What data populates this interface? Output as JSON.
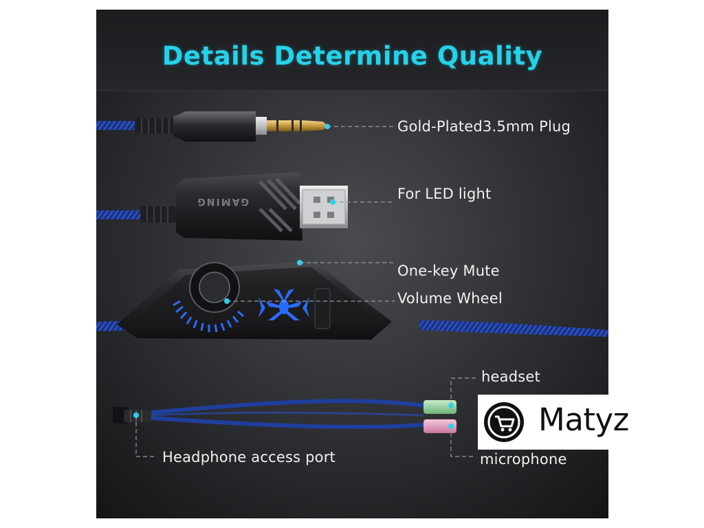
{
  "title": "Details Determine Quality",
  "labels": {
    "plug": "Gold-Plated3.5mm Plug",
    "led": "For LED light",
    "mute": "One-key Mute",
    "volume": "Volume Wheel",
    "headset": "headset",
    "microphone": "microphone",
    "port": "Headphone access port"
  },
  "usb_print": "GAMING",
  "watermark": {
    "text": "Matyz",
    "icon": "shopping-cart-icon"
  },
  "colors": {
    "title": "#25d2ea",
    "leader_dot": "#2fd0ee",
    "cable": "#1e3f9e",
    "led_blue": "#2a6bff",
    "plug_green": "#8fd09a",
    "plug_pink": "#e39cbf",
    "gold": "#c9a24a"
  }
}
